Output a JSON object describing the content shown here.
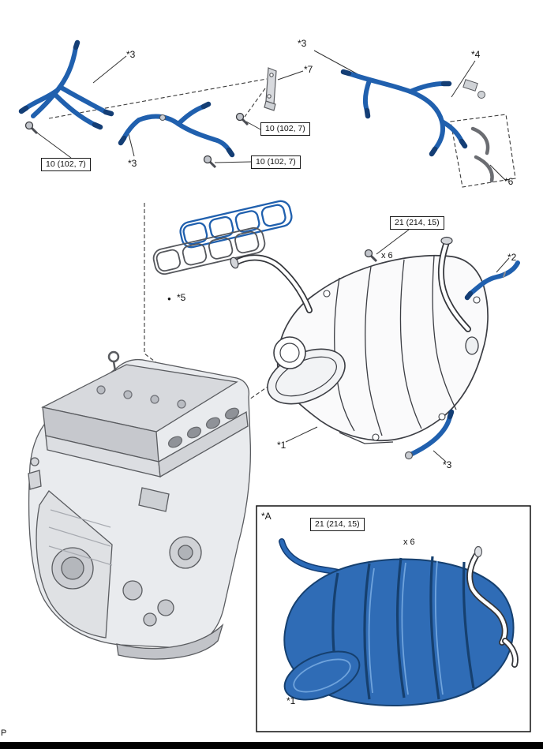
{
  "diagram": {
    "labels": {
      "part1": "*1",
      "part2": "*2",
      "part3": "*3",
      "part4": "*4",
      "part5": "*5",
      "part6": "*6",
      "part7": "*7",
      "variant_a": "*A",
      "bullet": "●",
      "qty_x6": "x 6"
    },
    "torque_specs": {
      "nm10": "10 (102, 7)",
      "nm21": "21 (214, 15)"
    },
    "colors": {
      "highlight_blue": "#2060ae",
      "highlight_blue_dark": "#143e75",
      "line_art": "#3c3e44"
    },
    "footer": {
      "page_letter": "P"
    }
  }
}
